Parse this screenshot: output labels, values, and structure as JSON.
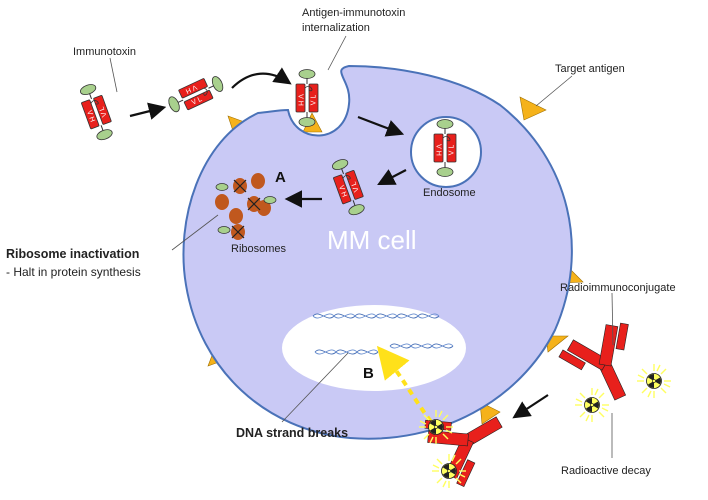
{
  "labels": {
    "immunotoxin": "Immunotoxin",
    "internalization_line1": "Antigen-immunotoxin",
    "internalization_line2": "internalization",
    "target_antigen": "Target antigen",
    "endosome": "Endosome",
    "ribosomes": "Ribosomes",
    "cell": "MM cell",
    "ribosome_inactivation": "Ribosome inactivation",
    "halt_protein": "- Halt in protein synthesis",
    "radioimmunoconjugate": "Radioimmunoconjugate",
    "dna_breaks": "DNA strand breaks",
    "radioactive_decay": "Radioactive decay",
    "marker_a": "A",
    "marker_b": "B"
  },
  "domain_labels": {
    "vh": "VH",
    "vl": "VL"
  },
  "colors": {
    "cell_fill": "#c9c9f5",
    "cell_stroke": "#4a72b8",
    "antigen": "#f5b21a",
    "domain_red": "#e8201c",
    "toxin_green": "#a8d08d",
    "ribosome": "#c0581e",
    "decay_yellow": "#ffff60",
    "dashed_arrow": "#ffe11a",
    "nucleus_fill": "#ffffff"
  },
  "icons": [
    "ribosome-icon",
    "radiation-icon",
    "dna-strand-icon",
    "antibody-icon",
    "immunotoxin-icon"
  ]
}
